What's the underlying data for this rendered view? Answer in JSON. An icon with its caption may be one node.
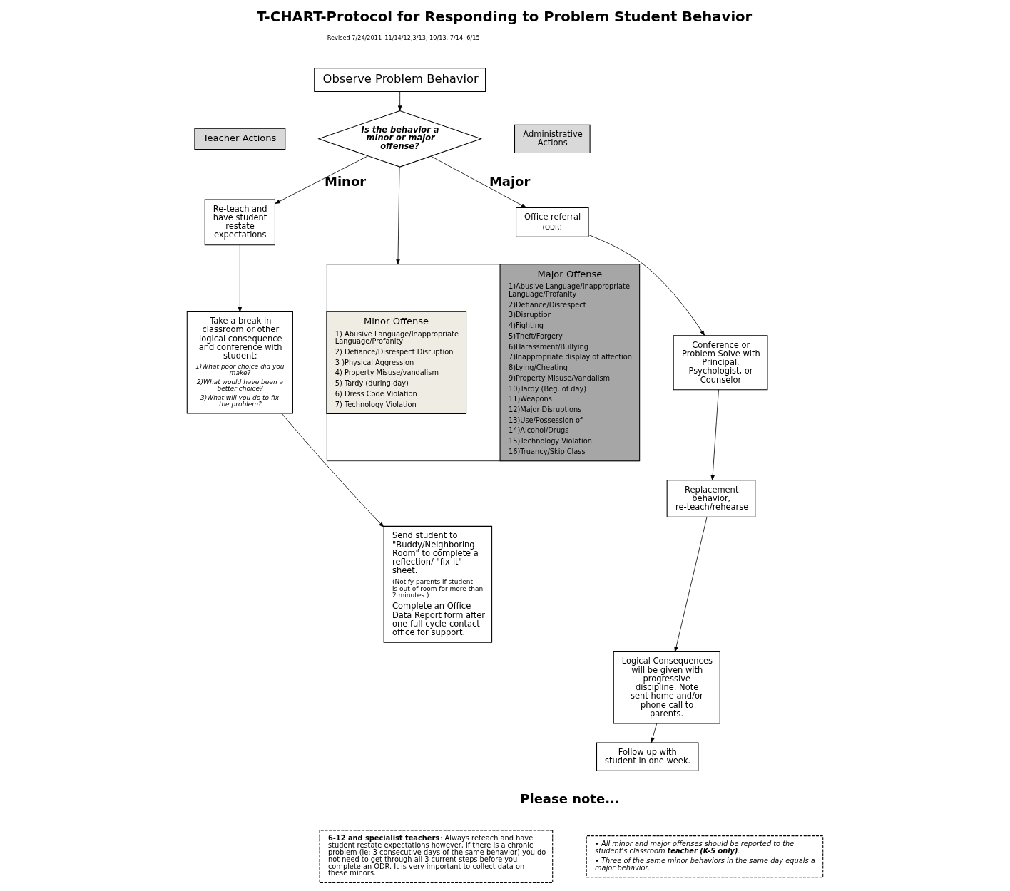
{
  "diagram": {
    "title": "T-CHART-Protocol for Responding to Problem Student Behavior",
    "nodes": [
      {
        "text": [
          "Observe Problem Behavior"
        ]
      },
      {
        "text": [
          "Teacher Actions"
        ]
      },
      {
        "text": [
          "Is the behavior a minor or major offense?"
        ]
      },
      {
        "text": [
          "Administrative Actions"
        ]
      },
      {
        "text": [
          "Re-teach and have student restate expectations"
        ]
      },
      {
        "text": [
          "Office referral",
          "(ODR)"
        ]
      },
      {
        "text": [
          "Take a break in classroom or other logical consequence and conference with student:",
          "1)What poor choice did you make?",
          "2)What would have been a better choice?",
          "3)What will you do to fix the problem?"
        ]
      },
      {
        "text": [
          "Conference or Problem Solve with Principal, Psychologist, or Counselor"
        ]
      },
      {
        "text": [],
        "shape": "box"
      },
      {
        "text": [
          "Minor Offense",
          "1) Abusive Language/Inappropriate Language/Profanity",
          "2) Defiance/Disrespect Disruption",
          "3 )Physical Aggression",
          "4) Property Misuse/vandalism",
          "5) Tardy (during day)",
          "6) Dress Code Violation",
          "7) Technology Violation"
        ],
        "in": 8
      },
      {
        "text": [
          "Major Offense",
          "1)Abusive Language/Inappropriate Language/Profanity",
          "2)Defiance/Disrespect",
          "3)Disruption",
          "4)Fighting",
          "5)Theft/Forgery",
          "6)Harassment/Bullying",
          "7)Inappropriate display of affection",
          "8)Lying/Cheating",
          "9)Property Misuse/Vandalism",
          "10)Tardy (Beg. of day)",
          "11)Weapons",
          "12)Major Disruptions",
          "13)Use/Possession of",
          "14)Alcohol/Drugs",
          "15)Technology Violation",
          "16)Truancy/Skip Class"
        ],
        "in": 8
      },
      {
        "text": [
          "Replacement behavior, re-teach/rehearse"
        ]
      },
      {
        "text": [
          "Send student to \"Buddy/Neighboring Room\" to complete a reflection/ \"fix-it\" sheet.",
          "(Notify parents if student is out of room for more than 2 minutes.)",
          "Complete an Office Data Report form after one full cycle-contact office for support."
        ]
      },
      {
        "text": [
          "Logical Consequences will be given with progressive discipline. Note sent home and/or phone call to parents."
        ]
      },
      {
        "text": [
          "Follow up with student in one week."
        ]
      },
      {
        "text": [
          "**6-12 and specialist teachers**: Always reteach and have student restate expectations however, if there is a chronic problem (ie: 3 consecutive days of the same behavior) you do not need to get through all 3 current steps before you complete an ODR. It is very important to collect data on these minors."
        ]
      },
      {
        "text": [
          "• All minor and major offenses should be reported to the student's classroom **teacher (K-5 only)**.",
          "• Three of the same minor behaviors in the same day equals a major behavior."
        ]
      }
    ],
    "edges": [
      {
        "from": 0,
        "to": 2,
        "arrow": "to"
      },
      {
        "from": 2,
        "to": 4,
        "arrow": "to",
        "label": "Minor"
      },
      {
        "from": 2,
        "to": 5,
        "arrow": "to",
        "label": "Major"
      },
      {
        "from": 2,
        "to": 8,
        "arrow": "to"
      },
      {
        "from": 4,
        "to": 6,
        "arrow": "to"
      },
      {
        "from": 6,
        "to": 12,
        "arrow": "to"
      },
      {
        "from": 5,
        "to": 7,
        "arrow": "to"
      },
      {
        "from": 7,
        "to": 11,
        "arrow": "to"
      },
      {
        "from": 11,
        "to": 13,
        "arrow": "to"
      },
      {
        "from": 13,
        "to": 14,
        "arrow": "to"
      }
    ],
    "labels": [
      "Revised 7/24/2011_11/14/12,3/13, 10/13, 7/14, 6/15",
      "Please note..."
    ]
  }
}
